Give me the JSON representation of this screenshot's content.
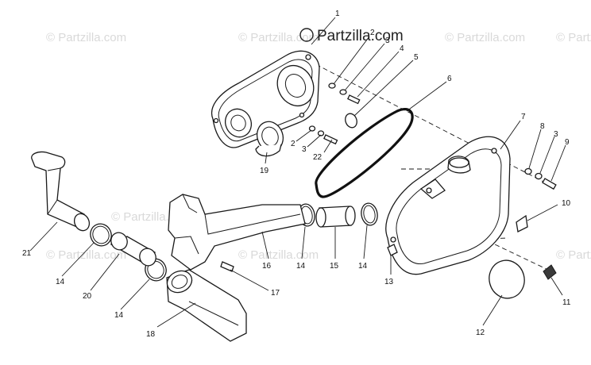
{
  "brand": {
    "copyright": "©",
    "name": "Partzilla.com"
  },
  "watermark": {
    "text": "© Partzilla.com",
    "color": "#d9d9d9"
  },
  "callouts": [
    {
      "id": "c1",
      "label": "1"
    },
    {
      "id": "c2a",
      "label": "2"
    },
    {
      "id": "c3a",
      "label": "3"
    },
    {
      "id": "c4",
      "label": "4"
    },
    {
      "id": "c5",
      "label": "5"
    },
    {
      "id": "c6",
      "label": "6"
    },
    {
      "id": "c2b",
      "label": "2"
    },
    {
      "id": "c3b",
      "label": "3"
    },
    {
      "id": "c22",
      "label": "22"
    },
    {
      "id": "c19",
      "label": "19"
    },
    {
      "id": "c7",
      "label": "7"
    },
    {
      "id": "c8",
      "label": "8"
    },
    {
      "id": "c3c",
      "label": "3"
    },
    {
      "id": "c9",
      "label": "9"
    },
    {
      "id": "c10",
      "label": "10"
    },
    {
      "id": "c11",
      "label": "11"
    },
    {
      "id": "c12",
      "label": "12"
    },
    {
      "id": "c13",
      "label": "13"
    },
    {
      "id": "c14a",
      "label": "14"
    },
    {
      "id": "c15",
      "label": "15"
    },
    {
      "id": "c14b",
      "label": "14"
    },
    {
      "id": "c16",
      "label": "16"
    },
    {
      "id": "c17",
      "label": "17"
    },
    {
      "id": "c18",
      "label": "18"
    },
    {
      "id": "c14c",
      "label": "14"
    },
    {
      "id": "c20",
      "label": "20"
    },
    {
      "id": "c14d",
      "label": "14"
    },
    {
      "id": "c21",
      "label": "21"
    }
  ]
}
